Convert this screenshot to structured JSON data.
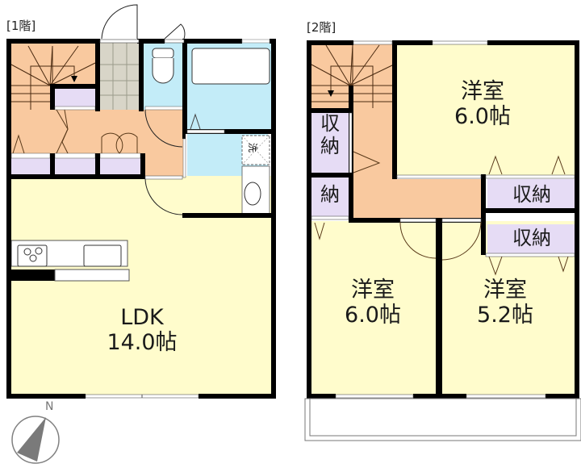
{
  "colors": {
    "wall": "#000000",
    "living": "#fffccc",
    "hall": "#f9c99f",
    "wet": "#c3ecf8",
    "storage": "#e6dcf5",
    "entry_tile": "#d8d5c8",
    "compass": "#808080"
  },
  "floor1": {
    "label": "[1階]",
    "rooms": [
      {
        "name": "LDK",
        "size": "14.0帖"
      }
    ],
    "laundry_label": "洗"
  },
  "floor2": {
    "label": "[2階]",
    "rooms": [
      {
        "name": "洋室",
        "size": "6.0帖"
      },
      {
        "name": "洋室",
        "size": "6.0帖"
      },
      {
        "name": "洋室",
        "size": "5.2帖"
      }
    ],
    "storage": {
      "left_top_line1": "収",
      "left_top_line2": "納",
      "left_bottom": "納",
      "right_top": "収納",
      "right_bottom": "収納"
    }
  },
  "compass": {
    "label": "N"
  }
}
